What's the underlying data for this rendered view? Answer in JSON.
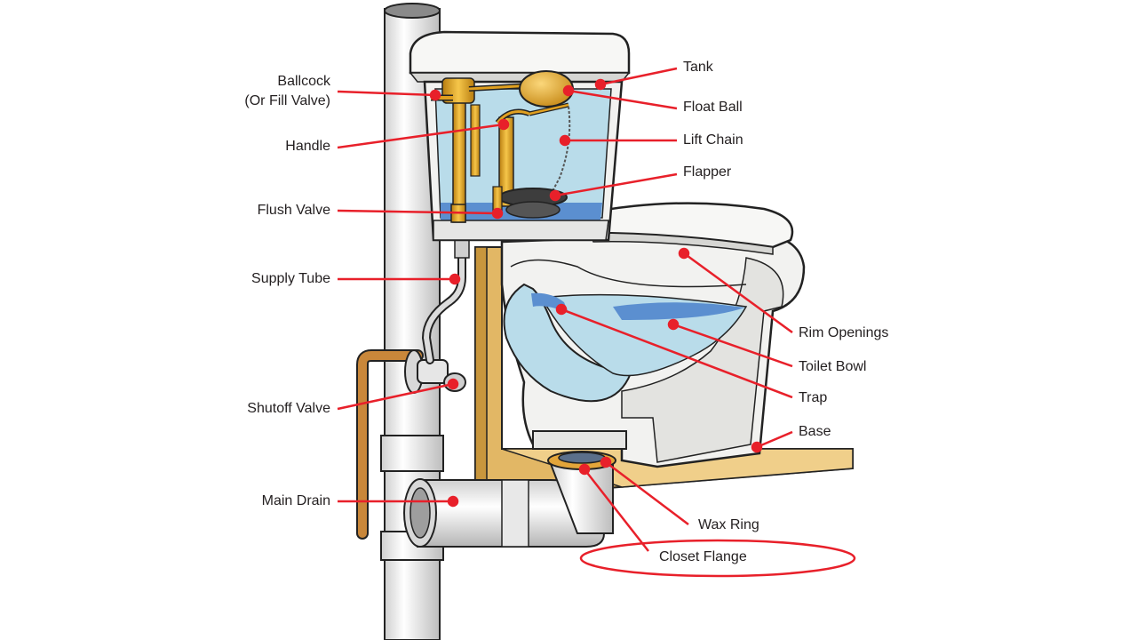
{
  "labels": {
    "ballcock_line1": "Ballcock",
    "ballcock_line2": "(Or Fill Valve)",
    "handle": "Handle",
    "flush_valve": "Flush Valve",
    "supply_tube": "Supply Tube",
    "shutoff_valve": "Shutoff Valve",
    "main_drain": "Main Drain",
    "tank": "Tank",
    "float_ball": "Float Ball",
    "lift_chain": "Lift Chain",
    "flapper": "Flapper",
    "rim_openings": "Rim Openings",
    "toilet_bowl": "Toilet Bowl",
    "trap": "Trap",
    "base": "Base",
    "wax_ring": "Wax Ring",
    "closet_flange": "Closet Flange"
  },
  "colors": {
    "leader": "#e8202a",
    "text": "#231f20",
    "porcelain": "#f2f2f0",
    "water": "#b9dcea",
    "water_dark": "#5b8fd0",
    "brass": "#e0a020",
    "wood": "#e2b765",
    "pipe": "#eeeeee",
    "copper": "#c9873a"
  }
}
